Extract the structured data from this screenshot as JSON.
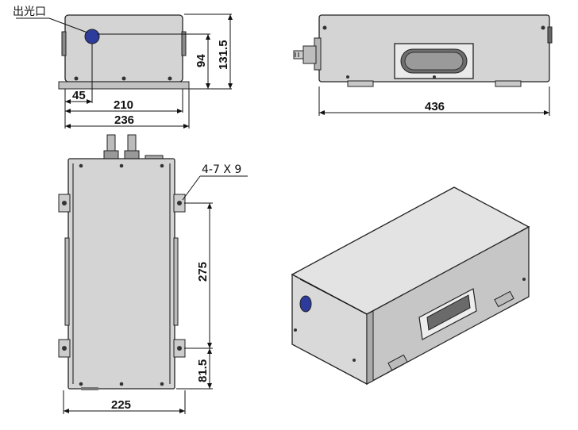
{
  "diagram": {
    "callout_label": "出光口",
    "front_view": {
      "dim_45": "45",
      "dim_94": "94",
      "dim_131_5": "131.5",
      "dim_210": "210",
      "dim_236": "236"
    },
    "side_view": {
      "dim_436": "436"
    },
    "top_view": {
      "hole_spec": "4-7 X 9",
      "dim_275": "275",
      "dim_81_5": "81.5",
      "dim_225": "225"
    },
    "colors": {
      "body": "#d4d4d4",
      "outline": "#222222",
      "aperture": "#2d3c9c",
      "line": "#111111"
    }
  }
}
